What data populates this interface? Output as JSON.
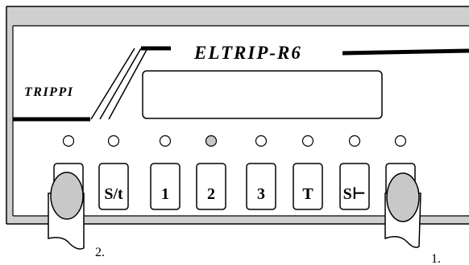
{
  "device": {
    "model": "ELTRIP-R6",
    "maker": "TRIPPI",
    "display_value": ""
  },
  "colors": {
    "frame": "#cfcfcf",
    "panel": "#ffffff",
    "ink": "#000000",
    "led_off": "#ffffff",
    "led_lit": "#c8c8c8"
  },
  "leds": [
    {
      "lit": false
    },
    {
      "lit": false
    },
    {
      "lit": false
    },
    {
      "lit": true
    },
    {
      "lit": false
    },
    {
      "lit": false
    },
    {
      "lit": false
    },
    {
      "lit": false
    }
  ],
  "keys": [
    {
      "label": "",
      "name": "key-left-blank"
    },
    {
      "label": "S/t",
      "name": "key-s-t"
    },
    {
      "label": "1",
      "name": "key-1"
    },
    {
      "label": "2",
      "name": "key-2"
    },
    {
      "label": "3",
      "name": "key-3"
    },
    {
      "label": "T",
      "name": "key-t"
    },
    {
      "label": "S⊢",
      "name": "key-s-reset"
    },
    {
      "label": "",
      "name": "key-right-blank"
    }
  ],
  "callouts": {
    "left_finger": "2.",
    "right_finger": "1."
  }
}
